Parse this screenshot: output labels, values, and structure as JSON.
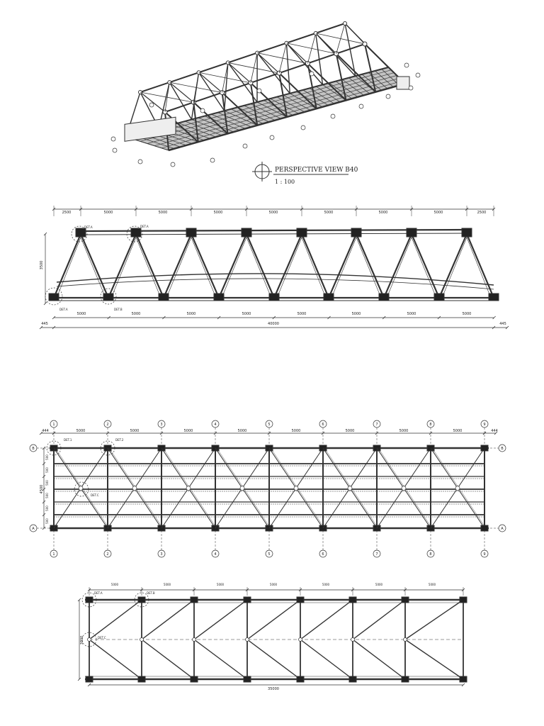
{
  "title_block": {
    "title": "PERSPECTIVE VIEW B40",
    "scale": "1 : 100"
  },
  "elevation": {
    "top_dims": [
      "2500",
      "5000",
      "5000",
      "5000",
      "5000",
      "5000",
      "5000",
      "5000",
      "2500"
    ],
    "bottom_dims": [
      "5000",
      "5000",
      "5000",
      "5000",
      "5000",
      "5000",
      "5000",
      "5000"
    ],
    "overall": "40000",
    "end_left": "445",
    "end_right": "445",
    "height": "3500",
    "details": [
      "DET.A",
      "DET.A",
      "DET.A",
      "DET.B"
    ]
  },
  "plan": {
    "grid_numbers": [
      "1",
      "2",
      "3",
      "4",
      "5",
      "6",
      "7",
      "8",
      "9"
    ],
    "row_labels": [
      "B",
      "A"
    ],
    "top_dims": [
      "5000",
      "5000",
      "5000",
      "5000",
      "5000",
      "5000",
      "5000",
      "5000"
    ],
    "end_left": "444",
    "end_right": "444",
    "width": "4500",
    "side_dims": [
      "500",
      "500",
      "500",
      "500",
      "500",
      "500"
    ],
    "details": [
      "DET.1",
      "DET.2",
      "DET.C"
    ]
  },
  "bottom_plan": {
    "top_dims": [
      "5000",
      "5000",
      "5000",
      "5000",
      "5000",
      "5000",
      "5000"
    ],
    "overall": "35000",
    "width": "3800",
    "details": [
      "DET.A",
      "DET.B",
      "DET.C"
    ]
  }
}
